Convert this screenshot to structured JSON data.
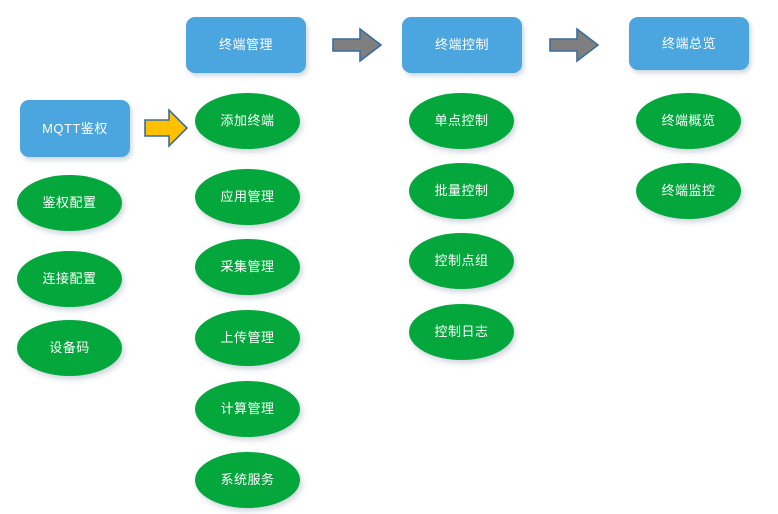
{
  "diagram": {
    "type": "flowchart",
    "background_color": "#ffffff",
    "palette": {
      "box_blue": "#4BA5DF",
      "ellipse_green": "#03A73C",
      "arrow_yellow": "#FFC000",
      "arrow_gray": "#7F7F7F",
      "arrow_border_blue": "#3A6E9E",
      "text_white": "#FFFFFF"
    },
    "columns": [
      {
        "name": "mqtt-auth",
        "header": {
          "label": "MQTT鉴权",
          "shape": "rounded-rect",
          "color": "#4BA5DF"
        },
        "items": [
          {
            "label": "鉴权配置",
            "shape": "ellipse",
            "color": "#03A73C"
          },
          {
            "label": "连接配置",
            "shape": "ellipse",
            "color": "#03A73C"
          },
          {
            "label": "设备码",
            "shape": "ellipse",
            "color": "#03A73C"
          }
        ]
      },
      {
        "name": "terminal-management",
        "header": {
          "label": "终端管理",
          "shape": "rounded-rect",
          "color": "#4BA5DF"
        },
        "items": [
          {
            "label": "添加终端",
            "shape": "ellipse",
            "color": "#03A73C"
          },
          {
            "label": "应用管理",
            "shape": "ellipse",
            "color": "#03A73C"
          },
          {
            "label": "采集管理",
            "shape": "ellipse",
            "color": "#03A73C"
          },
          {
            "label": "上传管理",
            "shape": "ellipse",
            "color": "#03A73C"
          },
          {
            "label": "计算管理",
            "shape": "ellipse",
            "color": "#03A73C"
          },
          {
            "label": "系统服务",
            "shape": "ellipse",
            "color": "#03A73C"
          }
        ]
      },
      {
        "name": "terminal-control",
        "header": {
          "label": "终端控制",
          "shape": "rounded-rect",
          "color": "#4BA5DF"
        },
        "items": [
          {
            "label": "单点控制",
            "shape": "ellipse",
            "color": "#03A73C"
          },
          {
            "label": "批量控制",
            "shape": "ellipse",
            "color": "#03A73C"
          },
          {
            "label": "控制点组",
            "shape": "ellipse",
            "color": "#03A73C"
          },
          {
            "label": "控制日志",
            "shape": "ellipse",
            "color": "#03A73C"
          }
        ]
      },
      {
        "name": "terminal-overview",
        "header": {
          "label": "终端总览",
          "shape": "rounded-rect",
          "color": "#4BA5DF"
        },
        "items": [
          {
            "label": "终端概览",
            "shape": "ellipse",
            "color": "#03A73C"
          },
          {
            "label": "终端监控",
            "shape": "ellipse",
            "color": "#03A73C"
          }
        ]
      }
    ],
    "arrows": [
      {
        "name": "arrow-mqtt-to-terminal-management",
        "icon": "right-arrow-icon",
        "fill": "#FFC000",
        "stroke": "#3A6E9E",
        "direction": "right"
      },
      {
        "name": "arrow-terminal-management-to-terminal-control",
        "icon": "right-arrow-icon",
        "fill": "#7F7F7F",
        "stroke": "#3A6E9E",
        "direction": "right"
      },
      {
        "name": "arrow-terminal-control-to-terminal-overview",
        "icon": "right-arrow-icon",
        "fill": "#7F7F7F",
        "stroke": "#3A6E9E",
        "direction": "right"
      }
    ]
  }
}
